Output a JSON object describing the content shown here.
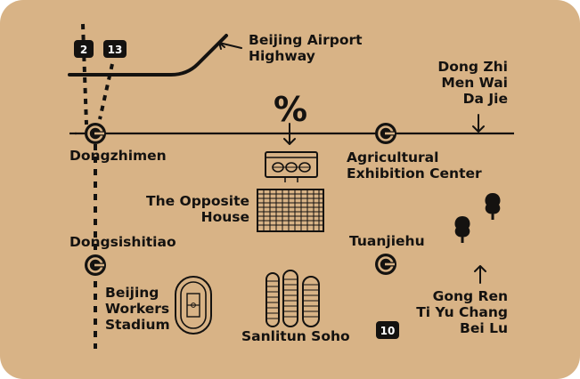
{
  "colors": {
    "background": "#d8b386",
    "ink": "#141210",
    "page": "#ffffff"
  },
  "lines": {
    "line_2": {
      "number": "2"
    },
    "line_13": {
      "number": "13"
    },
    "line_10": {
      "number": "10"
    }
  },
  "stations": {
    "dongzhimen": {
      "name": "Dongzhimen",
      "icon": "subway-station-icon"
    },
    "dongsishitiao": {
      "name": "Dongsishitiao",
      "icon": "subway-station-icon"
    },
    "agricultural_exhibition_center": {
      "lines": [
        "Agricultural",
        "Exhibition Center"
      ],
      "icon": "subway-station-icon"
    },
    "tuanjiehu": {
      "name": "Tuanjiehu",
      "icon": "subway-station-icon"
    }
  },
  "roads": {
    "airport_highway": {
      "lines": [
        "Beijing Airport",
        "Highway"
      ]
    },
    "dongzhimenwai": {
      "lines": [
        "Dong Zhi",
        "Men Wai",
        "Da Jie"
      ]
    },
    "gongti_bei_lu": {
      "lines": [
        "Gong Ren",
        "Ti Yu Chang",
        "Bei Lu"
      ]
    }
  },
  "landmarks": {
    "opposite_house": {
      "lines": [
        "The Opposite",
        "House"
      ],
      "icon": "building-icon"
    },
    "workers_stadium": {
      "lines": [
        "Beijing",
        "Workers",
        "Stadium"
      ],
      "icon": "stadium-icon"
    },
    "sanlitun_soho": {
      "name": "Sanlitun Soho",
      "icon": "towers-icon"
    },
    "percent_cafe": {
      "symbol": "%",
      "icon": "percent-icon"
    }
  }
}
